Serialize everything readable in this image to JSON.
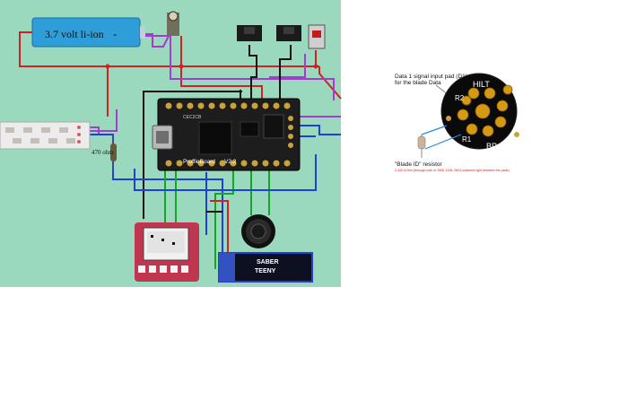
{
  "wiring_diagram": {
    "battery_label": "3.7 volt li-ion",
    "battery_minus": "-",
    "board_name": "ProffieBoard",
    "board_version": "V2.2",
    "board_chip": "CEC2CB",
    "resistor_label": "470 ohm",
    "oled_line1": "SABER",
    "oled_line2": "TEENY"
  },
  "blade_connector": {
    "data_pad_line1": "Data 1 signal input pad (D1)",
    "data_pad_line2": "for the blade Data",
    "pad_hilt": "HILT",
    "pad_r2": "R2",
    "pad_r1": "R1",
    "pad_bp": "BP",
    "resistor_title": "\"Blade ID\" resistor",
    "resistor_note": "2-100 kOhm (through-hole or SMD 1206, 0603 soldered right between the pads)"
  },
  "colors": {
    "background": "#9ad9be",
    "wire_red": "#d42020",
    "wire_blue": "#1f3fd6",
    "wire_green": "#13a81f",
    "wire_purple": "#a33ccf",
    "wire_black": "#111111",
    "battery": "#2f9ed8"
  }
}
